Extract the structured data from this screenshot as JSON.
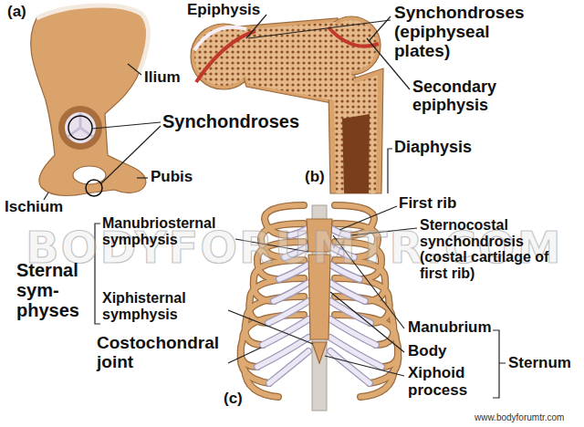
{
  "diagram": {
    "labels": [
      "(a)",
      "Ilium",
      "Synchondroses",
      "Pubis",
      "Ischium",
      "(b)",
      "Epiphysis",
      "Synchondroses (epiphyseal plates)",
      "Secondary epiphysis",
      "Diaphysis",
      "First rib",
      "Sternocostal synchondrosis (costal cartilage of first rib)",
      "Manubriosternal symphysis",
      "Sternal sym- physes",
      "Xiphisternal symphysis",
      "Costochondral joint",
      "Manubrium",
      "Body",
      "Xiphoid process",
      "Sternum",
      "(c)",
      "BODYFORUMTR.COM",
      "www.bodyforumtr.com"
    ]
  }
}
